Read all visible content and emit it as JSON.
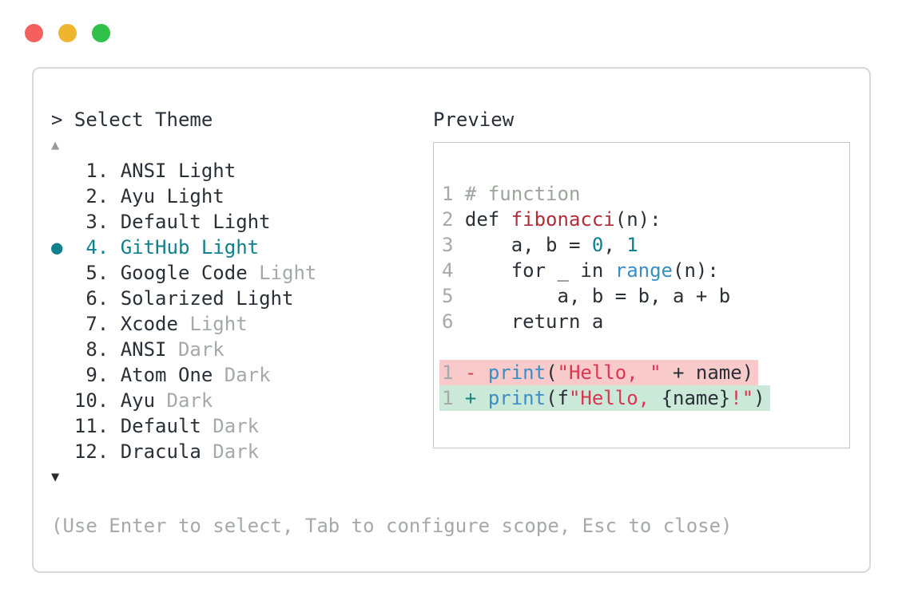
{
  "colors": {
    "ink": "#2a3037",
    "gray": "#a6a8aa",
    "teal": "#0f808d",
    "func_red": "#b02d38",
    "builtin_blue": "#3a8ec6",
    "string_red": "#d93652",
    "comment": "#9ba59b",
    "diff_minus": "#d2454c",
    "diff_plus": "#16857b",
    "diff_del_bg": "#f8caca",
    "diff_add_bg": "#cbe9d8",
    "window_border": "#d8d8d8",
    "preview_border": "#c6c6c6",
    "arrow_up": "#9b9b9b",
    "arrow_down": "#272c31",
    "dot_red": "#f4605e",
    "dot_yellow": "#f0b52f",
    "dot_green": "#2fc148"
  },
  "prompt": {
    "symbol": "> ",
    "title": "Select Theme"
  },
  "list": {
    "up_arrow": "▲",
    "down_arrow": "▼",
    "items": [
      {
        "num": "1",
        "label": "ANSI Light",
        "muted": "",
        "selected": false
      },
      {
        "num": "2",
        "label": "Ayu Light",
        "muted": "",
        "selected": false
      },
      {
        "num": "3",
        "label": "Default Light",
        "muted": "",
        "selected": false
      },
      {
        "num": "4",
        "label": "GitHub Light",
        "muted": "",
        "selected": true
      },
      {
        "num": "5",
        "label": "Google Code",
        "muted": "Light",
        "selected": false
      },
      {
        "num": "6",
        "label": "Solarized Light",
        "muted": "",
        "selected": false
      },
      {
        "num": "7",
        "label": "Xcode",
        "muted": "Light",
        "selected": false
      },
      {
        "num": "8",
        "label": "ANSI",
        "muted": "Dark",
        "selected": false
      },
      {
        "num": "9",
        "label": "Atom One",
        "muted": "Dark",
        "selected": false
      },
      {
        "num": "10",
        "label": "Ayu",
        "muted": "Dark",
        "selected": false
      },
      {
        "num": "11",
        "label": "Default",
        "muted": "Dark",
        "selected": false
      },
      {
        "num": "12",
        "label": "Dracula",
        "muted": "Dark",
        "selected": false
      }
    ]
  },
  "preview": {
    "label": "Preview",
    "code_lines": [
      {
        "num": "1",
        "bg": null,
        "tokens": [
          [
            "comment",
            "# function"
          ]
        ]
      },
      {
        "num": "2",
        "bg": null,
        "tokens": [
          [
            "ink",
            "def "
          ],
          [
            "func",
            "fibonacci"
          ],
          [
            "ink",
            "(n):"
          ]
        ]
      },
      {
        "num": "3",
        "bg": null,
        "tokens": [
          [
            "ink",
            "    a, b = "
          ],
          [
            "number",
            "0"
          ],
          [
            "ink",
            ", "
          ],
          [
            "number",
            "1"
          ]
        ]
      },
      {
        "num": "4",
        "bg": null,
        "tokens": [
          [
            "ink",
            "    for _ in "
          ],
          [
            "builtin",
            "range"
          ],
          [
            "ink",
            "(n):"
          ]
        ]
      },
      {
        "num": "5",
        "bg": null,
        "tokens": [
          [
            "ink",
            "        a, b = b, a + b"
          ]
        ]
      },
      {
        "num": "6",
        "bg": null,
        "tokens": [
          [
            "ink",
            "    return a"
          ]
        ]
      },
      {
        "num": "",
        "bg": null,
        "tokens": []
      },
      {
        "num": "1",
        "bg": "del",
        "tokens": [
          [
            "diff-minus",
            "- "
          ],
          [
            "builtin",
            "print"
          ],
          [
            "ink",
            "("
          ],
          [
            "string",
            "\"Hello, \""
          ],
          [
            "ink",
            " + name)"
          ]
        ]
      },
      {
        "num": "1",
        "bg": "add",
        "tokens": [
          [
            "diff-plus",
            "+ "
          ],
          [
            "builtin",
            "print"
          ],
          [
            "ink",
            "(f"
          ],
          [
            "string",
            "\"Hello, "
          ],
          [
            "ink",
            "{name}"
          ],
          [
            "string",
            "!\""
          ],
          [
            "ink",
            ")"
          ]
        ]
      }
    ]
  },
  "footer": {
    "hint": "(Use Enter to select, Tab to configure scope, Esc to close)"
  }
}
